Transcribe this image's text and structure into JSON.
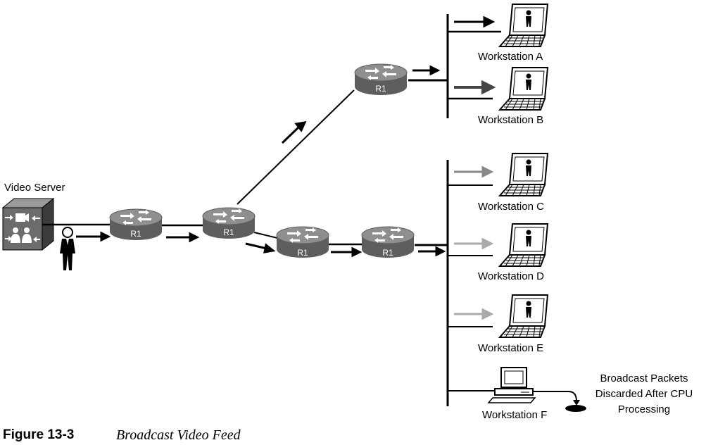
{
  "server": {
    "label": "Video Server"
  },
  "routers": [
    {
      "label": "R1"
    },
    {
      "label": "R1"
    },
    {
      "label": "R1"
    },
    {
      "label": "R1"
    },
    {
      "label": "R1"
    }
  ],
  "workstations": [
    {
      "label": "Workstation A"
    },
    {
      "label": "Workstation B"
    },
    {
      "label": "Workstation C"
    },
    {
      "label": "Workstation D"
    },
    {
      "label": "Workstation E"
    },
    {
      "label": "Workstation F"
    }
  ],
  "note": {
    "line1": "Broadcast Packets",
    "line2": "Discarded After CPU",
    "line3": "Processing"
  },
  "caption": {
    "number": "Figure 13-3",
    "title": "Broadcast Video Feed"
  },
  "colors": {
    "line": "#000000",
    "router_top": "#8f8f8f",
    "router_body": "#5e5e5e",
    "arrow_dark": "#000000",
    "arrow_mid": "#444444",
    "arrow_gray": "#888888",
    "arrow_light": "#aaaaaa"
  }
}
